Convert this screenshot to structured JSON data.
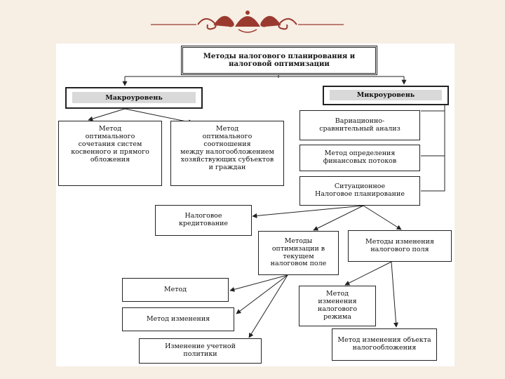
{
  "nodes": {
    "title": "Методы налогового планирования и\nналоговой  оптимизации",
    "macro": "Макроуровень",
    "micro": "Микроуровень",
    "macro_method1": "Метод\nоптимального\nсочетания систем\nкосвенного и прямого\nобложения",
    "macro_method2": "Метод\nоптимального\nсоотношения\nмежду налогообложением\nхозяйствующих субъектов\nи граждан",
    "variation": "Вариационно-\nсравнительный анализ",
    "flows": "Метод определения\nфинансовых потоков",
    "situational": "Ситуационное\nНалоговое планирование",
    "crediting": "Налоговое\nкредитование",
    "opt_current": "Методы\nоптимизации в\nтекущем\nналоговом поле",
    "change_field": "Методы изменения\nналогового поля",
    "method": "Метод",
    "method_change": "Метод изменения",
    "accounting_policy": "Изменение учетной\nполитики",
    "regime": "Метод\nизменения\nналогового\nрежима",
    "object": "Метод изменения объекта\nналогообложения"
  },
  "colors": {
    "background": "#f7eee4",
    "ornament": "#9a3a2f",
    "line": "#222222"
  }
}
